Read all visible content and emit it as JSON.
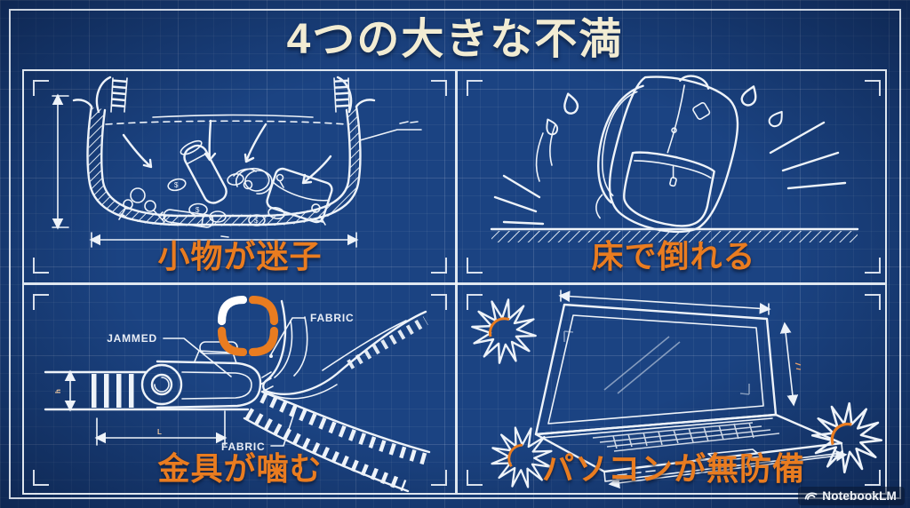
{
  "colors": {
    "background_blue": "#1b4382",
    "line_white": "#eef3f9",
    "accent_orange": "#e97c20",
    "title_cream": "#f2ecd3"
  },
  "title": "4つの大きな不満",
  "panels": [
    {
      "id": "small-items-lost",
      "label": "小物が迷子",
      "coin_symbol": "$"
    },
    {
      "id": "falls-on-floor",
      "label": "床で倒れる"
    },
    {
      "id": "hardware-bites",
      "label": "金具が噛む",
      "annotations": {
        "jammed": "JAMMED",
        "fabric_top": "FABRIC",
        "fabric_bottom": "FABRIC",
        "dim_height": "h",
        "dim_length": "L"
      }
    },
    {
      "id": "laptop-unprotected",
      "label": "パソコンが無防備"
    }
  ],
  "watermark": {
    "brand": "NotebookLM"
  }
}
